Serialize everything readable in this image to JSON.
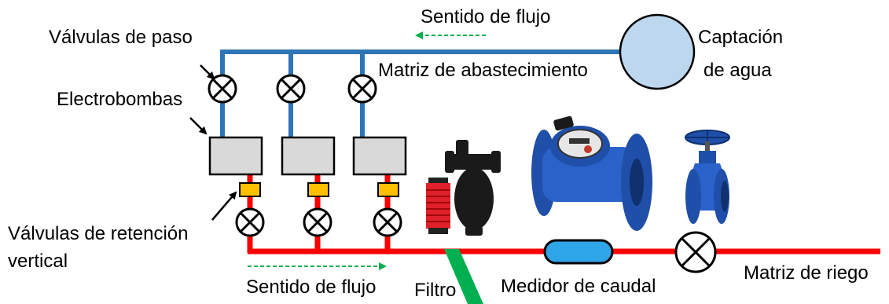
{
  "labels": {
    "flow_top": "Sentido de flujo",
    "passage_valves": "Válvulas de paso",
    "supply_main": "Matriz de abastecimiento",
    "water_intake_line1": "Captación",
    "water_intake_line2": "de agua",
    "pumps": "Electrobombas",
    "check_valves_line1": "Válvulas de retención",
    "check_valves_line2": "vertical",
    "flow_bottom": "Sentido de flujo",
    "filter": "Filtro",
    "flow_meter": "Medidor de caudal",
    "irrigation_main": "Matriz de riego"
  },
  "colors": {
    "supply_pipe": "#2E75B6",
    "irrigation_pipe": "#FF0000",
    "flow_arrow": "#00B050",
    "pump_fill": "#D9D9D9",
    "check_valve": "#FFC000",
    "intake_fill": "#BDD7EE",
    "meter_fill": "#2FA4E7",
    "filter_stem": "#00B050",
    "equipment_blue": "#1F4FA8"
  },
  "icons": [
    "valve-icon",
    "check-valve-icon",
    "electropump-icon",
    "water-intake-icon",
    "disc-filter-icon",
    "y-filter-icon",
    "water-meter-icon",
    "gate-valve-icon",
    "flow-meter-icon"
  ]
}
